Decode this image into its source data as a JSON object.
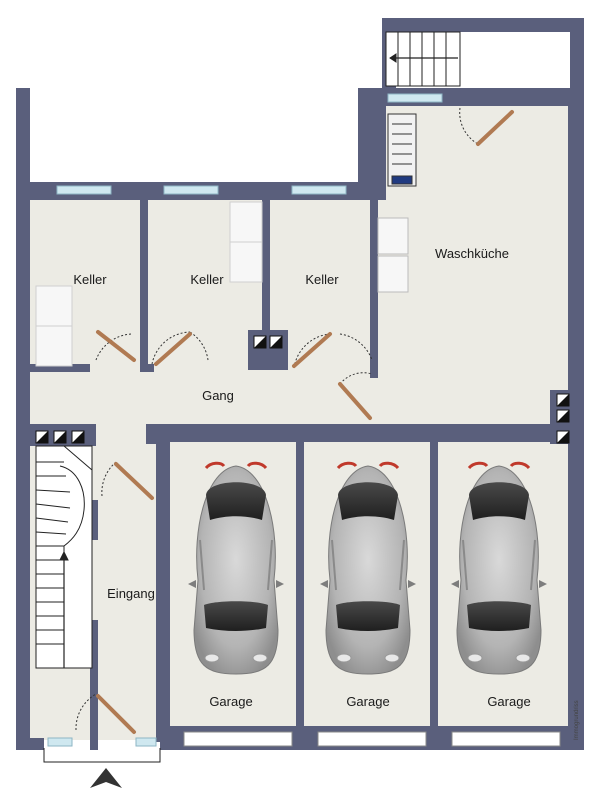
{
  "rooms": {
    "keller_1": "Keller",
    "keller_2": "Keller",
    "keller_3": "Keller",
    "waschkueche": "Waschküche",
    "gang": "Gang",
    "eingang": "Eingang",
    "garage_1": "Garage",
    "garage_2": "Garage",
    "garage_3": "Garage"
  },
  "credit": "Immogrundriss",
  "colors": {
    "wall": "#5a5f7c",
    "floor": "#ecebe4",
    "window": "#cfe8f0",
    "door": "#b07a52",
    "car": "#b9b9b9"
  },
  "icons": {
    "entrance": "entrance-arrow-icon",
    "stairs": "staircase-icon",
    "car": "car-icon",
    "washer": "washing-machine-icon",
    "ventilation": "ventilation-icon"
  }
}
